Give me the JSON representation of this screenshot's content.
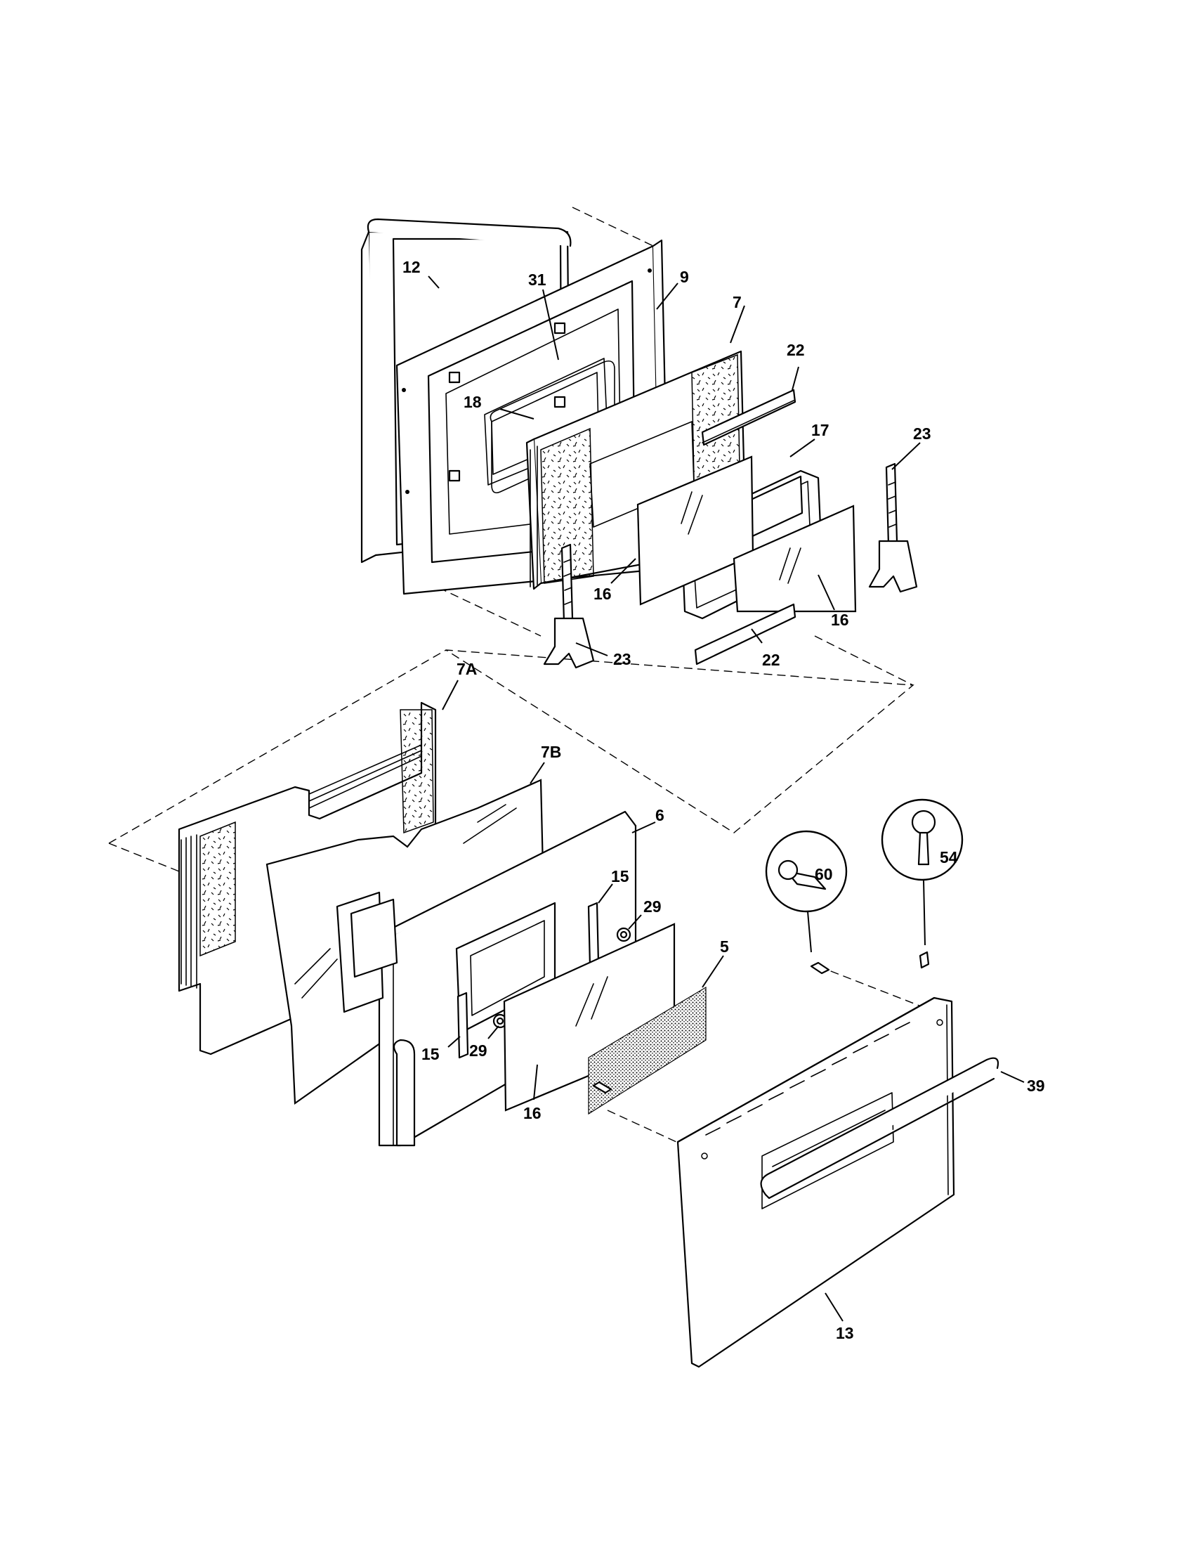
{
  "diagram": {
    "part_labels": {
      "p12": "12",
      "p31": "31",
      "p9": "9",
      "p7": "7",
      "p22a": "22",
      "p18": "18",
      "p17": "17",
      "p23a": "23",
      "p16a": "16",
      "p16b": "16",
      "p23b": "23",
      "p22b": "22",
      "p7A": "7A",
      "p7B": "7B",
      "p6": "6",
      "p15a": "15",
      "p29a": "29",
      "p60": "60",
      "p54": "54",
      "p5": "5",
      "p15b": "15",
      "p29b": "29",
      "p16c": "16",
      "p39": "39",
      "p13": "13"
    },
    "colors": {
      "line": "#000000",
      "background": "#ffffff",
      "insulation_dots": "#000000"
    }
  }
}
